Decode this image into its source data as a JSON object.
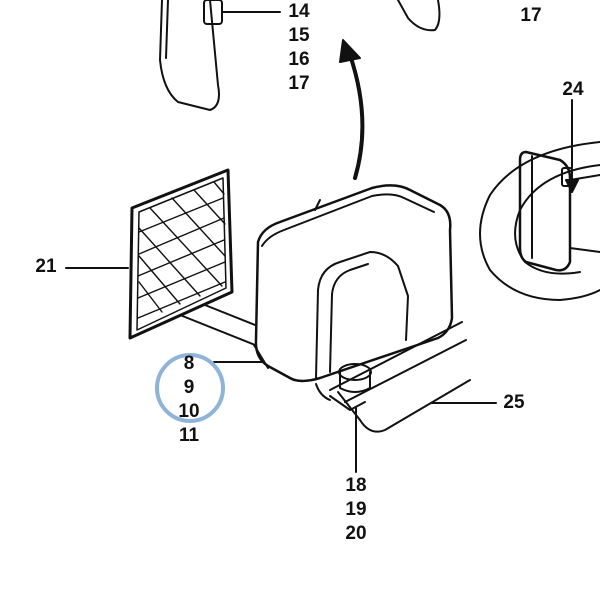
{
  "callouts": {
    "top_group": [
      "14",
      "15",
      "16",
      "17"
    ],
    "top_right": "17",
    "right_upper": "24",
    "left_mesh": "21",
    "left_group": [
      "8",
      "9",
      "10",
      "11"
    ],
    "bottom_group": [
      "18",
      "19",
      "20"
    ],
    "right_lower": "25"
  },
  "colors": {
    "line": "#111111",
    "highlight_ring": "#8fb3d9"
  }
}
